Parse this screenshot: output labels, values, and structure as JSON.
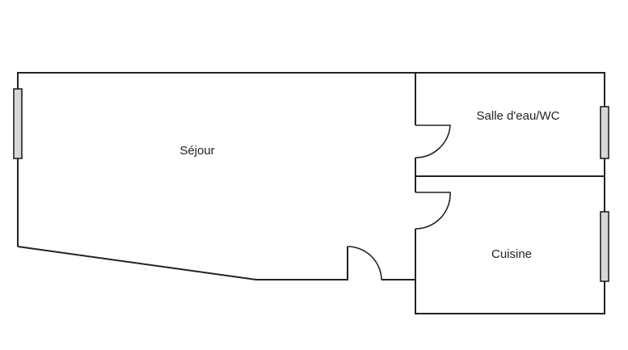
{
  "plan": {
    "rooms": [
      {
        "id": "sejour",
        "label": "Séjour"
      },
      {
        "id": "salle-eau",
        "label": "Salle d'eau/WC"
      },
      {
        "id": "cuisine",
        "label": "Cuisine"
      }
    ],
    "colors": {
      "wall": "#222222",
      "window_fill": "#d8d8d8",
      "background": "#ffffff"
    }
  }
}
